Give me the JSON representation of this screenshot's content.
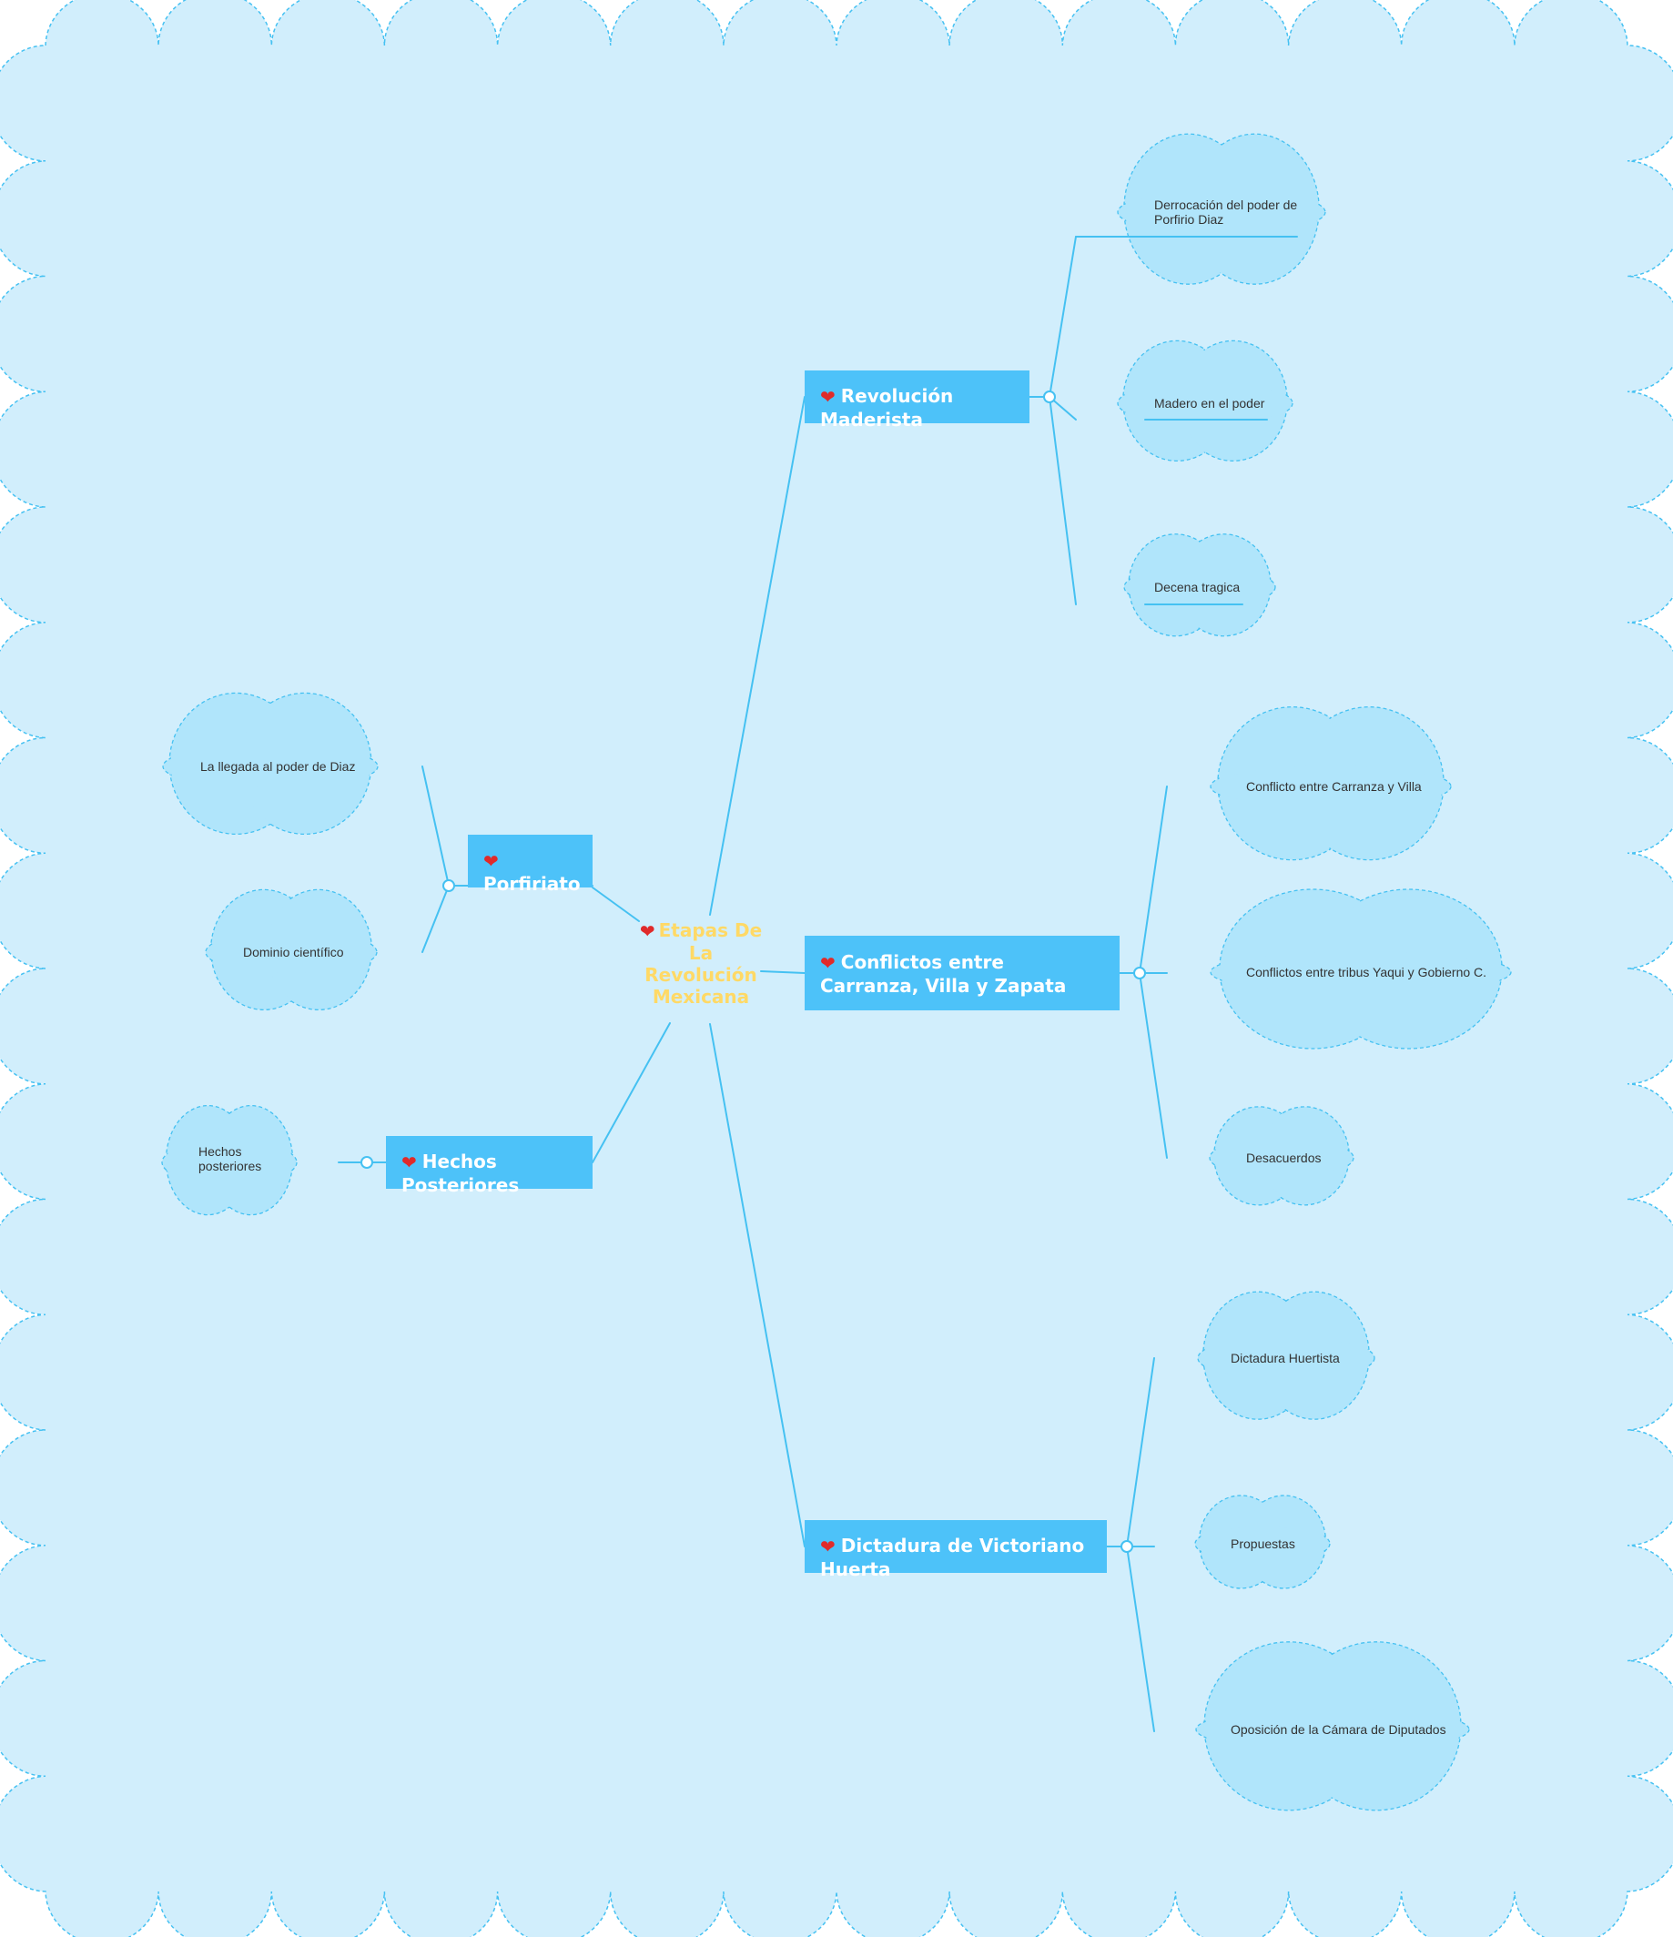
{
  "root": {
    "label": "Etapas De La Revolución Mexicana"
  },
  "branches": [
    {
      "label": "Revolución Maderista",
      "leaves": [
        "Derrocación del poder de Porfirio Diaz",
        "Madero en el poder",
        "Decena tragica"
      ]
    },
    {
      "label": "Porfiriato",
      "leaves": [
        "La llegada al poder de Diaz",
        "Dominio científico"
      ]
    },
    {
      "label": "Conflictos entre Carranza, Villa y Zapata",
      "leaves": [
        "Conflicto entre Carranza y Villa",
        "Conflictos entre tribus Yaqui y Gobierno C.",
        "Desacuerdos"
      ]
    },
    {
      "label": "Hechos Posteriores",
      "leaves": [
        "Hechos posteriores"
      ]
    },
    {
      "label": "Dictadura de Victoriano Huerta",
      "leaves": [
        "Dictadura Huertista",
        "Propuestas",
        "Oposición de la Cámara de Diputados"
      ]
    }
  ],
  "icons": {
    "branch_marker": "heart-icon",
    "leaf_shape": "cloud-shape",
    "background_shape": "cloud-border"
  },
  "colors": {
    "background_fill": "#d1eefc",
    "background_stroke": "#45c1f2",
    "branch_fill": "#4dc2f9",
    "branch_text": "#ffffff",
    "root_text": "#ffd966",
    "connector": "#45c1f2",
    "leaf_cloud_fill": "#b0e5fb",
    "leaf_text": "#333333",
    "heart": "#e02a2a"
  }
}
